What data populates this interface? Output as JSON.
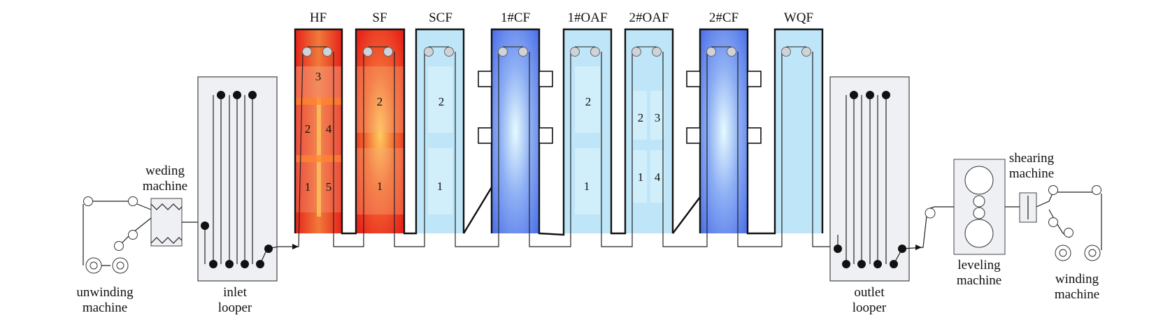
{
  "furnaces": [
    {
      "name": "HF",
      "zones": [
        "3",
        "2",
        "4",
        "1",
        "5"
      ]
    },
    {
      "name": "SF",
      "zones": [
        "2",
        "1"
      ]
    },
    {
      "name": "SCF",
      "zones": [
        "2",
        "1"
      ]
    },
    {
      "name": "1#CF",
      "zones": []
    },
    {
      "name": "1#OAF",
      "zones": [
        "2",
        "1"
      ]
    },
    {
      "name": "2#OAF",
      "zones": [
        "2",
        "3",
        "1",
        "4"
      ]
    },
    {
      "name": "2#CF",
      "zones": []
    },
    {
      "name": "WQF",
      "zones": []
    }
  ],
  "labels": {
    "weding_1": "weding",
    "weding_2": "machine",
    "unwinding_1": "unwinding",
    "unwinding_2": "machine",
    "inlet_1": "inlet",
    "inlet_2": "looper",
    "outlet_1": "outlet",
    "outlet_2": "looper",
    "leveling_1": "leveling",
    "leveling_2": "machine",
    "shearing_1": "shearing",
    "shearing_2": "machine",
    "winding_1": "winding",
    "winding_2": "machine"
  },
  "colors": {
    "heating": "#e8231a",
    "hot_center": "#ffd86a",
    "cooling": "#4a6ee8",
    "cool_center": "#e6fbff",
    "light_blue": "#bfe6f8"
  }
}
